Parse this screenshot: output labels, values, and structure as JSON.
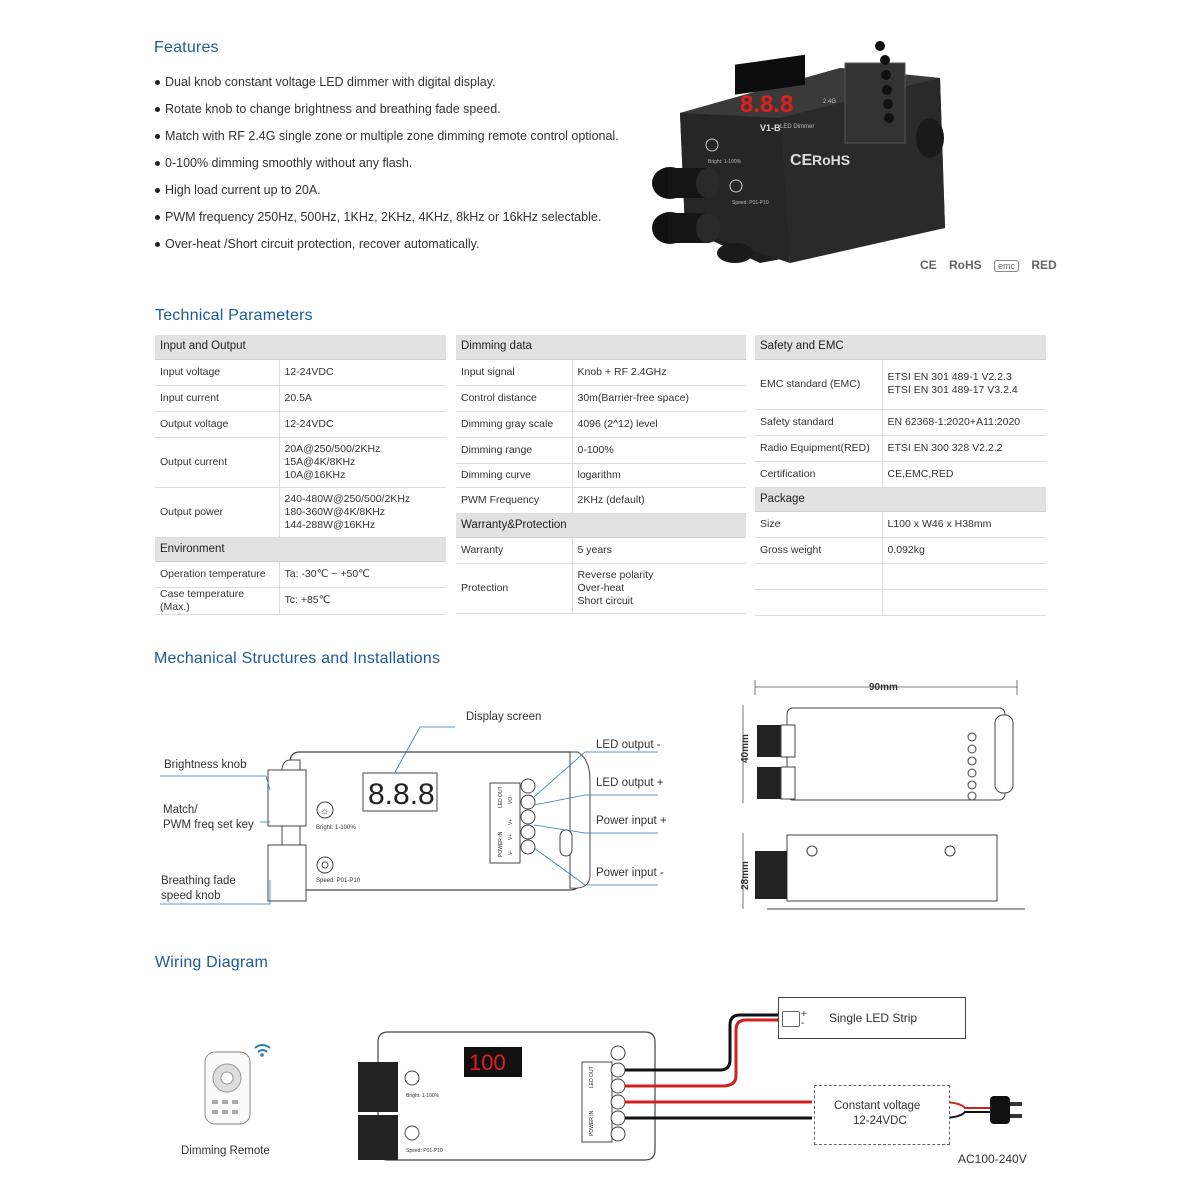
{
  "features": {
    "title": "Features",
    "items": [
      "Dual knob constant voltage LED dimmer with digital display.",
      "Rotate knob to change brightness and breathing fade speed.",
      "Match with RF 2.4G single zone or multiple zone dimming remote control optional.",
      "0-100% dimming smoothly without any flash.",
      "High load current up to 20A.",
      "PWM frequency 250Hz, 500Hz, 1KHz, 2KHz, 4KHz, 8kHz or 16kHz selectable.",
      "Over-heat /Short circuit protection, recover automatically."
    ]
  },
  "product": {
    "model": "V1-B",
    "name": "LED Dimmer",
    "display": "8.8.8",
    "rf": "2.4G",
    "bright_label": "Bright: 1-100%",
    "speed_label": "Speed: P01-P10",
    "ce": "CE",
    "rohs": "RoHS"
  },
  "certifications": [
    "CE",
    "RoHS",
    "emc",
    "RED"
  ],
  "tech": {
    "title": "Technical Parameters",
    "col1": {
      "header": "Input and Output",
      "rows": [
        [
          "Input voltage",
          "12-24VDC"
        ],
        [
          "Input current",
          "20.5A"
        ],
        [
          "Output voltage",
          "12-24VDC"
        ],
        [
          "Output current",
          "20A@250/500/2KHz\n15A@4K/8KHz\n10A@16KHz"
        ],
        [
          "Output power",
          "240-480W@250/500/2KHz\n180-360W@4K/8KHz\n144-288W@16KHz"
        ]
      ],
      "header2": "Environment",
      "rows2": [
        [
          "Operation temperature",
          "Ta: -30℃ ~ +50℃"
        ],
        [
          "Case temperature (Max.)",
          "Tc: +85℃"
        ]
      ]
    },
    "col2": {
      "header": "Dimming data",
      "rows": [
        [
          "Input signal",
          "Knob + RF 2.4GHz"
        ],
        [
          "Control distance",
          "30m(Barrier-free space)"
        ],
        [
          "Dimming gray scale",
          "4096 (2^12) level"
        ],
        [
          "Dimming range",
          "0-100%"
        ],
        [
          "Dimming curve",
          "logarithm"
        ],
        [
          "PWM Frequency",
          "2KHz (default)"
        ]
      ],
      "header2": "Warranty&Protection",
      "rows2": [
        [
          "Warranty",
          "5 years"
        ],
        [
          "Protection",
          "Reverse polarity\nOver-heat\nShort circuit"
        ]
      ]
    },
    "col3": {
      "header": "Safety and EMC",
      "rows": [
        [
          "EMC standard (EMC)",
          "ETSI EN 301 489-1 V2.2.3\nETSI EN 301 489-17 V3.2.4"
        ],
        [
          "Safety standard",
          "EN 62368-1:2020+A11:2020"
        ],
        [
          "Radio Equipment(RED)",
          "ETSI EN 300 328 V2.2.2"
        ],
        [
          "Certification",
          "CE,EMC,RED"
        ]
      ],
      "header2": "Package",
      "rows2": [
        [
          "Size",
          "L100 x W46 x H38mm"
        ],
        [
          "Gross weight",
          "0.092kg"
        ],
        [
          "",
          ""
        ],
        [
          "",
          ""
        ]
      ]
    }
  },
  "mech": {
    "title": "Mechanical Structures and Installations",
    "display_screen": "Display screen",
    "brightness_knob": "Brightness knob",
    "match": "Match/",
    "pwm_key": "PWM freq set key",
    "breathing1": "Breathing fade",
    "breathing2": "speed knob",
    "led_out_minus": "LED output -",
    "led_out_plus": "LED output +",
    "power_in_plus": "Power input +",
    "power_in_minus": "Power input -",
    "dim_90": "90mm",
    "dim_40": "40mm",
    "dim_28": "28mm",
    "bright_label": "Bright: 1-100%",
    "speed_label": "Speed: P01-P10",
    "led_out": "LED OUT",
    "power_in": "POWER IN",
    "vo_minus": "VO-",
    "vo_plus": "V+",
    "v_plus": "V+",
    "v_minus": "V-"
  },
  "wiring": {
    "title": "Wiring Diagram",
    "led_strip": "Single LED Strip",
    "psu1": "Constant voltage",
    "psu2": "12-24VDC",
    "ac": "AC100-240V",
    "remote": "Dimming Remote",
    "display": "100",
    "plus": "+",
    "minus": "-"
  }
}
